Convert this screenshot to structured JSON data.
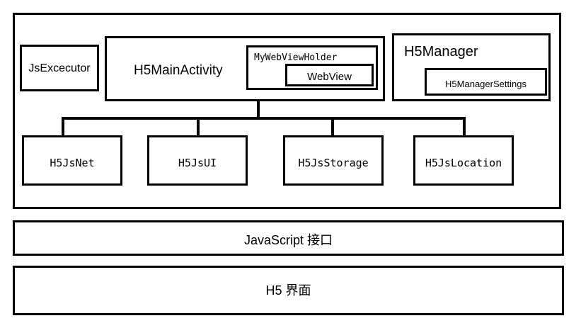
{
  "diagram": {
    "title": "H5 Hybrid Architecture Diagram",
    "line_color": "#000000",
    "background_color": "#ffffff",
    "native_layer": {
      "name": "native-layer-container",
      "boxes": {
        "js_executor": {
          "label": "JsExcecutor"
        },
        "h5_main_activity": {
          "label": "H5MainActivity"
        },
        "my_webview_holder": {
          "label": "MyWebViewHolder"
        },
        "webview": {
          "label": "WebView"
        },
        "h5_manager": {
          "label": "H5Manager"
        },
        "h5_manager_settings": {
          "label": "H5ManagerSettings"
        }
      },
      "js_modules": [
        {
          "label": "H5JsNet"
        },
        {
          "label": "H5JsUI"
        },
        {
          "label": "H5JsStorage"
        },
        {
          "label": "H5JsLocation"
        }
      ]
    },
    "bridge_layer": {
      "label": "JavaScript 接口"
    },
    "ui_layer": {
      "label": "H5 界面"
    }
  }
}
